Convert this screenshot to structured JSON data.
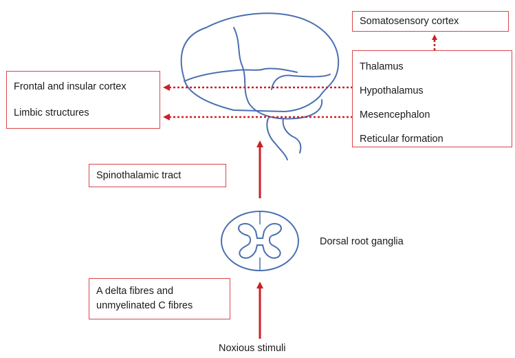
{
  "labels": {
    "somatosensory_cortex": "Somatosensory cortex",
    "brain_targets": [
      "Thalamus",
      "Hypothalamus",
      "Mesencephalon",
      "Reticular formation"
    ],
    "frontal_insular_cortex": "Frontal and insular cortex",
    "limbic_structures": "Limbic structures",
    "spinothalamic_tract": "Spinothalamic tract",
    "dorsal_root_ganglia": "Dorsal root ganglia",
    "fibres_line1": "A delta fibres and",
    "fibres_line2": "unmyelinated C fibres",
    "noxious_stimuli": "Noxious stimuli"
  },
  "icons": [
    "brain-outline-icon",
    "spinal-cord-cross-section-icon"
  ],
  "colors": {
    "box_border": "#d9454a",
    "arrow": "#cc1f26",
    "outline": "#4a6fb0"
  }
}
